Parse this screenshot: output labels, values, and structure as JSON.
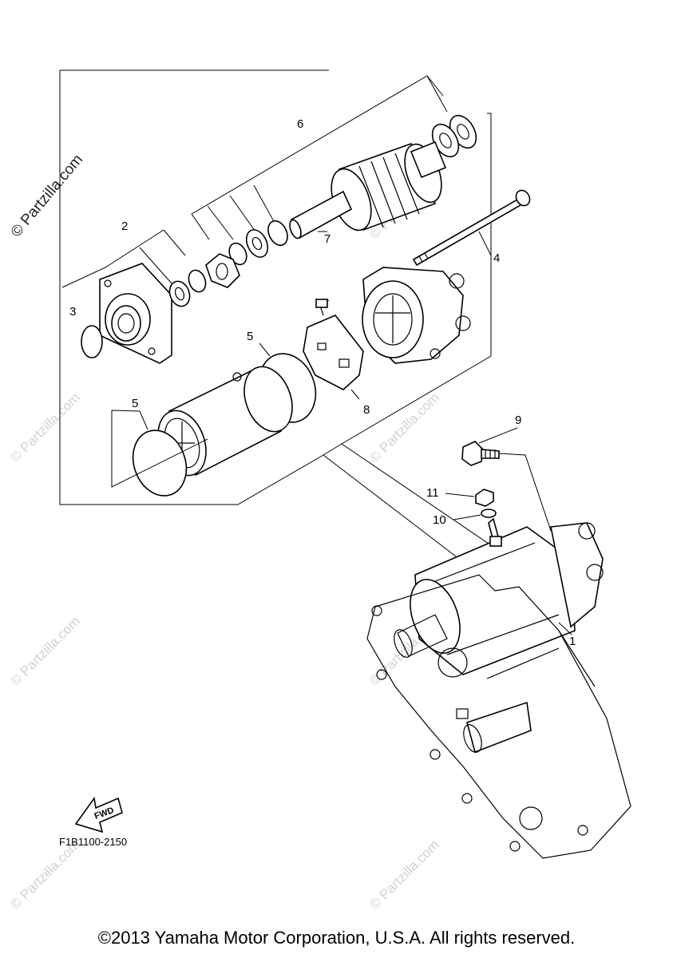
{
  "watermark": {
    "main": "© Partzilla.com",
    "faint": "© Partzilla.com"
  },
  "diagram_code": "F1B1100-2150",
  "fwd_label": "FWD",
  "copyright": "©2013 Yamaha Motor Corporation, U.S.A. All rights reserved.",
  "callouts": {
    "c1": "1",
    "c2": "2",
    "c3": "3",
    "c4": "4",
    "c5a": "5",
    "c5b": "5",
    "c6": "6",
    "c7": "7",
    "c8": "8",
    "c9": "9",
    "c10": "10",
    "c11": "11"
  }
}
